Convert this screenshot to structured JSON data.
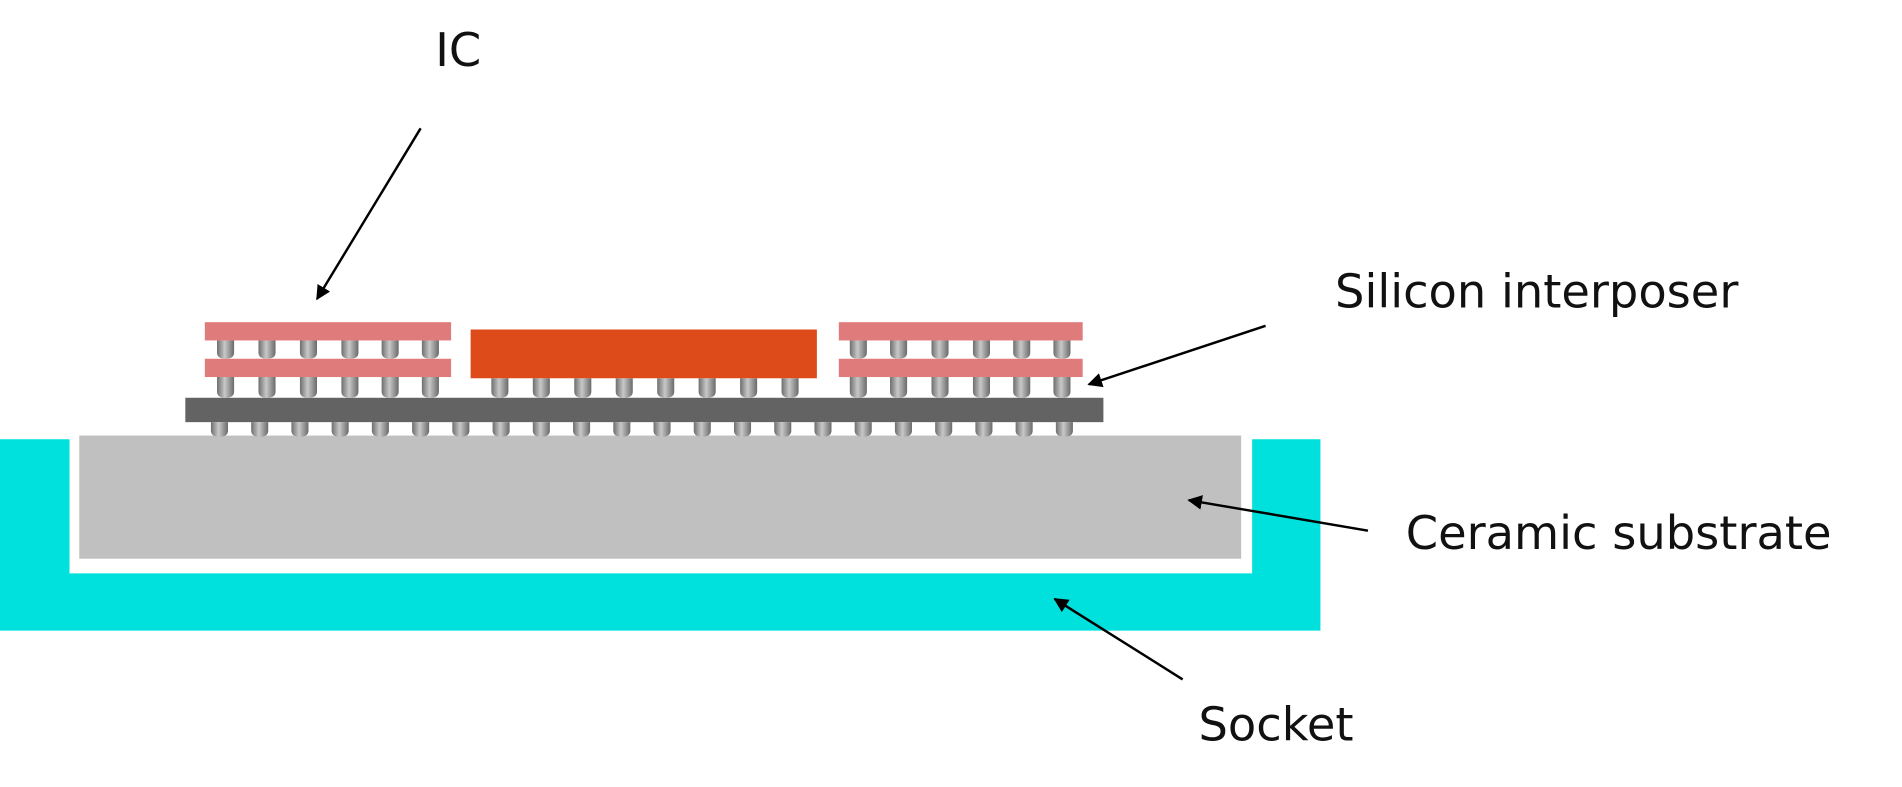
{
  "labels": {
    "ic": "IC",
    "silicon_interposer": "Silicon interposer",
    "ceramic_substrate": "Ceramic substrate",
    "socket": "Socket"
  },
  "colors": {
    "socket": "#00e0dc",
    "ceramic_substrate": "#c0c0c0",
    "silicon_interposer": "#636363",
    "memory_die": "#e07b7b",
    "logic_die": "#dd4b1a",
    "bump": "#8a8a8a"
  }
}
